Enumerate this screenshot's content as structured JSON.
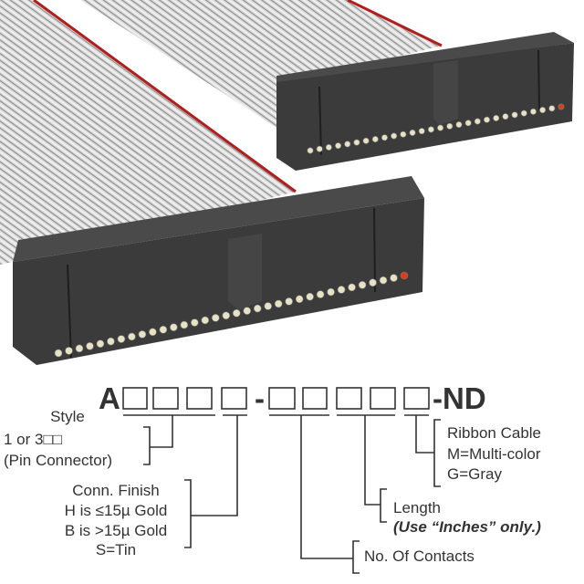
{
  "colors": {
    "cable": "#d6d6d6",
    "stripe_red": "#b01e1e",
    "connector": "#3b3b3b",
    "pin": "#e8e2c4",
    "text": "#333333"
  },
  "part_number": {
    "prefix": "A",
    "separator": "-",
    "suffix": "-ND",
    "group1_boxes": 4,
    "group2_boxes": 5
  },
  "labels": {
    "style": {
      "title": "Style",
      "line1": "1 or 3□□",
      "line2": "(Pin Connector)"
    },
    "finish": {
      "title": "Conn. Finish",
      "line1": "H is ≤15µ Gold",
      "line2": "B is >15µ Gold",
      "line3": "S=Tin"
    },
    "contacts": {
      "title": "No. Of Contacts"
    },
    "length": {
      "title": "Length",
      "note": "(Use “Inches” only.)"
    },
    "cable": {
      "title": "Ribbon Cable",
      "line1": "M=Multi-color",
      "line2": "G=Gray"
    }
  }
}
